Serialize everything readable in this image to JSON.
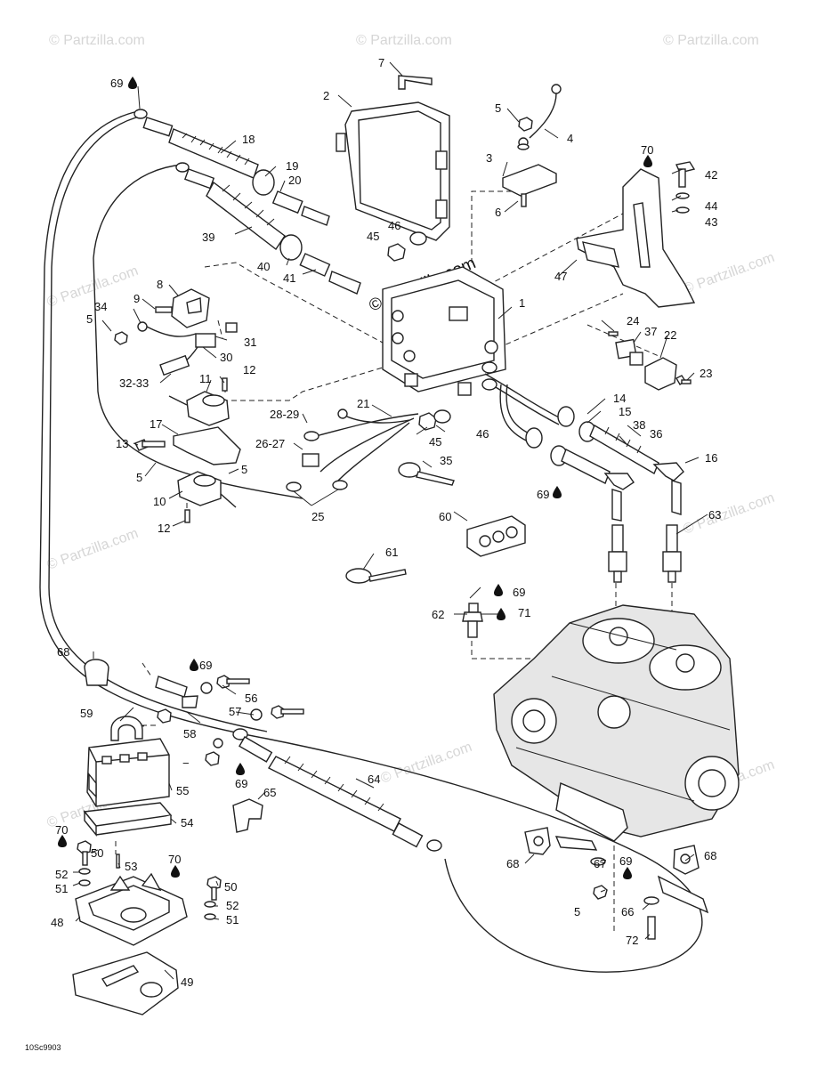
{
  "watermark": {
    "small": "© Partzilla.com",
    "center": "© Partzilla.com"
  },
  "figure_code": "10Sc9903",
  "callouts": {
    "c1": "1",
    "c2": "2",
    "c3": "3",
    "c4": "4",
    "c5a": "5",
    "c5b": "5",
    "c5c": "5",
    "c5d": "5",
    "c5e": "5",
    "c6": "6",
    "c7": "7",
    "c8": "8",
    "c9": "9",
    "c10": "10",
    "c11": "11",
    "c12a": "12",
    "c12b": "12",
    "c13": "13",
    "c14": "14",
    "c15": "15",
    "c16": "16",
    "c17": "17",
    "c18": "18",
    "c19": "19",
    "c20": "20",
    "c21": "21",
    "c22": "22",
    "c23": "23",
    "c24": "24",
    "c25": "25",
    "c2627": "26-27",
    "c2829": "28-29",
    "c30": "30",
    "c31": "31",
    "c3233": "32-33",
    "c34": "34",
    "c35": "35",
    "c36": "36",
    "c37": "37",
    "c38": "38",
    "c39": "39",
    "c40": "40",
    "c41": "41",
    "c42": "42",
    "c43": "43",
    "c44": "44",
    "c45a": "45",
    "c45b": "45",
    "c46a": "46",
    "c46b": "46",
    "c47": "47",
    "c48": "48",
    "c49": "49",
    "c50a": "50",
    "c50b": "50",
    "c51a": "51",
    "c51b": "51",
    "c52a": "52",
    "c52b": "52",
    "c53": "53",
    "c54": "54",
    "c55": "55",
    "c56": "56",
    "c57": "57",
    "c58": "58",
    "c59": "59",
    "c60": "60",
    "c61": "61",
    "c62": "62",
    "c63": "63",
    "c64": "64",
    "c65": "65",
    "c66": "66",
    "c67": "67",
    "c68a": "68",
    "c68b": "68",
    "c68c": "68",
    "c69a": "69",
    "c69b": "69",
    "c69c": "69",
    "c69d": "69",
    "c69e": "69",
    "c69f": "69",
    "c70a": "70",
    "c70b": "70",
    "c70c": "70",
    "c71": "71",
    "c72": "72",
    "plus": "+",
    "minus": "−"
  }
}
